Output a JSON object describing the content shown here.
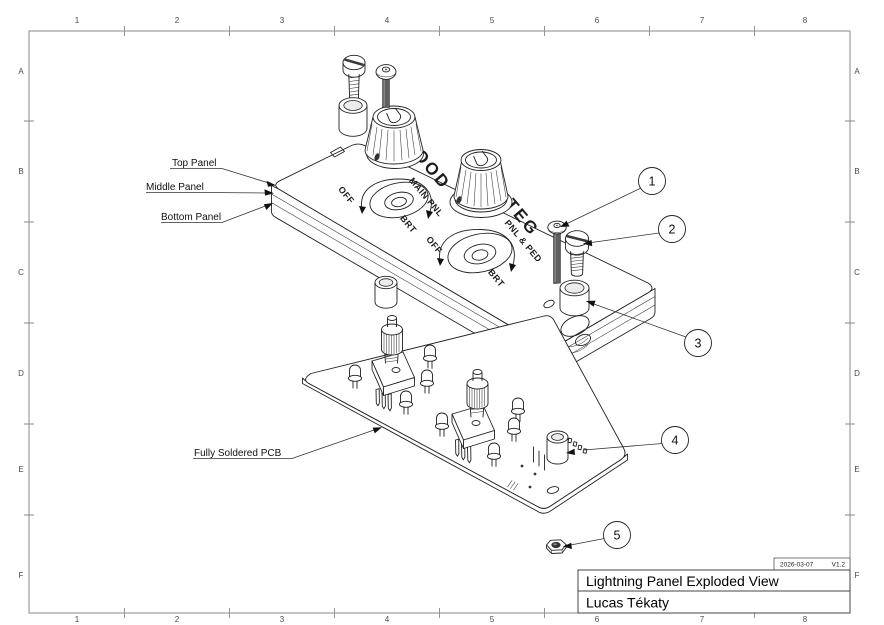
{
  "grid": {
    "columns": [
      "1",
      "2",
      "3",
      "4",
      "5",
      "6",
      "7",
      "8"
    ],
    "rows": [
      "A",
      "B",
      "C",
      "D",
      "E",
      "F"
    ]
  },
  "annotations": {
    "top_panel": "Top Panel",
    "middle_panel": "Middle Panel",
    "bottom_panel": "Bottom Panel",
    "pcb": "Fully Soldered PCB"
  },
  "engravings": {
    "word_flood": "OOD",
    "main_pnl": "MAIN PNL",
    "dial1_off": "OFF",
    "dial1_brt": "BRT",
    "dial2_off": "OFF",
    "dial2_brt": "BRT",
    "word_integ": "TEG",
    "pnl_ped": "PNL & PED"
  },
  "callouts": [
    "1",
    "2",
    "3",
    "4",
    "5"
  ],
  "title_block": {
    "title": "Lightning Panel Exploded View",
    "author": "Lucas Tékaty",
    "date": "2026-03-07",
    "version": "V1.2"
  },
  "colors": {
    "background": "#ffffff",
    "line": "#222222",
    "grid": "#8a8a8a",
    "screw_shaft": "#5f5f5f"
  }
}
